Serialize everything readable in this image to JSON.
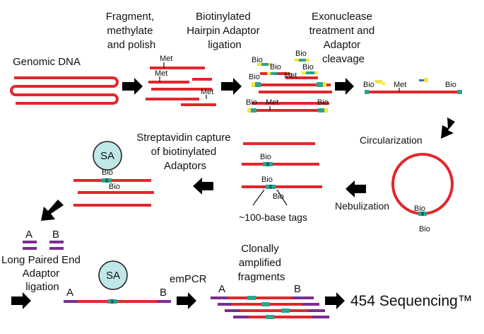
{
  "labels": {
    "genomic_dna": "Genomic DNA",
    "fragment": [
      "Fragment,",
      "methylate",
      "and polish"
    ],
    "hairpin": [
      "Biotinylated",
      "Hairpin Adaptor",
      "ligation"
    ],
    "exonuclease": [
      "Exonuclease",
      "treatment and",
      "Adaptor",
      "cleavage"
    ],
    "circularization": "Circularization",
    "nebulization": "Nebulization",
    "tags": "~100-base tags",
    "streptavidin": [
      "Streptavidin capture",
      "of biotinylated",
      "Adaptors"
    ],
    "long_paired": [
      "Long Paired End",
      "Adaptor",
      "ligation"
    ],
    "empcr": "emPCR",
    "clonal": [
      "Clonally",
      "amplified",
      "fragments"
    ],
    "sequencing": "454 Sequencing™"
  },
  "marks": {
    "met": "Met",
    "bio": "Bio",
    "sa": "SA",
    "adaptor_a": "A",
    "adaptor_b": "B"
  },
  "colors": {
    "dna": "#e3262b",
    "adaptor_purple": "#7a2d8f",
    "biotin_teal": "#2aa58f",
    "streptavidin_bead": "#bfe6e9"
  }
}
